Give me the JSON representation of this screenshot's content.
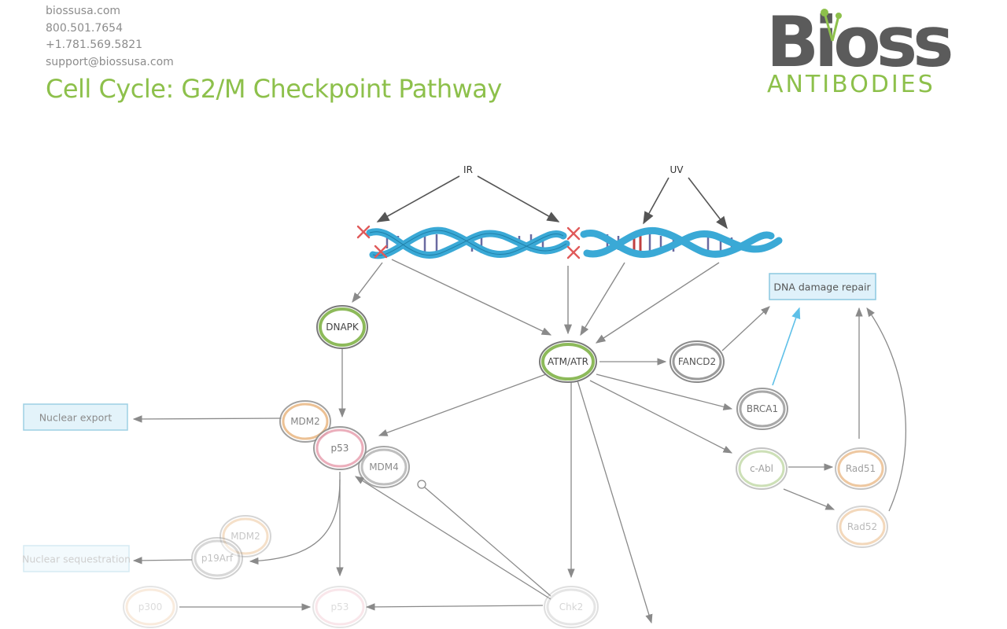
{
  "contact": {
    "website": "biossusa.com",
    "phone": "800.501.7654",
    "phone_intl": "+1.781.569.5821",
    "email": "support@biossusa.com"
  },
  "title": "Cell Cycle: G2/M Checkpoint Pathway",
  "logo": {
    "brand": "Bioss",
    "tagline": "ANTIBODIES",
    "brand_color": "#5b5b5b",
    "accent_color": "#8dc04b"
  },
  "stimuli": {
    "ir": "IR",
    "uv": "UV"
  },
  "nodes": {
    "dnapk": "DNAPK",
    "atm_atr": "ATM/ATR",
    "fancd2": "FANCD2",
    "brca1": "BRCA1",
    "c_abl": "c-Abl",
    "rad51": "Rad51",
    "rad52": "Rad52",
    "mdm2": "MDM2",
    "p53": "p53",
    "mdm4": "MDM4",
    "mdm2_lower": "MDM2",
    "p19arf": "p19Arf",
    "p300": "p300",
    "p53_lower": "p53",
    "chk2": "Chk2"
  },
  "boxes": {
    "dna_damage_repair": "DNA damage repair",
    "nuclear_export": "Nuclear export",
    "nuclear_sequestration": "Nuclear sequestration"
  },
  "colors": {
    "dna_strand": "#3aa9d6",
    "dna_rung": "#6a6aa0",
    "damage_mark": "#e05a5a",
    "green_node": "#8dba5a",
    "gray_node": "#7a7a7a",
    "orange_node": "#e8b27a",
    "pink_node": "#e8a0b0",
    "box_fill": "#dff1fa",
    "box_border": "#8cc8e0",
    "activation_arrow": "#5ec0e8"
  }
}
